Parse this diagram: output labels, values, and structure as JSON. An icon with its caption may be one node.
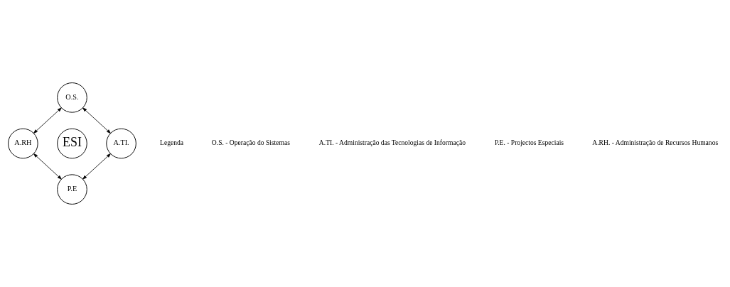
{
  "diagram": {
    "nodes": [
      {
        "text": [
          "O.S."
        ]
      },
      {
        "text": [
          "A.RH"
        ]
      },
      {
        "text": [
          "ESI"
        ]
      },
      {
        "text": [
          "A.TI."
        ]
      },
      {
        "text": [
          "P.E"
        ]
      }
    ],
    "edges": [
      {
        "from": 0,
        "to": 1,
        "arrow": "both"
      },
      {
        "from": 0,
        "to": 3,
        "arrow": "both"
      },
      {
        "from": 1,
        "to": 4,
        "arrow": "both"
      },
      {
        "from": 3,
        "to": 4,
        "arrow": "both"
      }
    ],
    "labels": [
      "Legenda",
      "O.S. - Operação do Sistemas",
      "A.TI. - Administração das Tecnologias de Informação",
      "P.E. - Projectos Especiais",
      "A.RH. - Administração de Recursos Humanos"
    ]
  }
}
